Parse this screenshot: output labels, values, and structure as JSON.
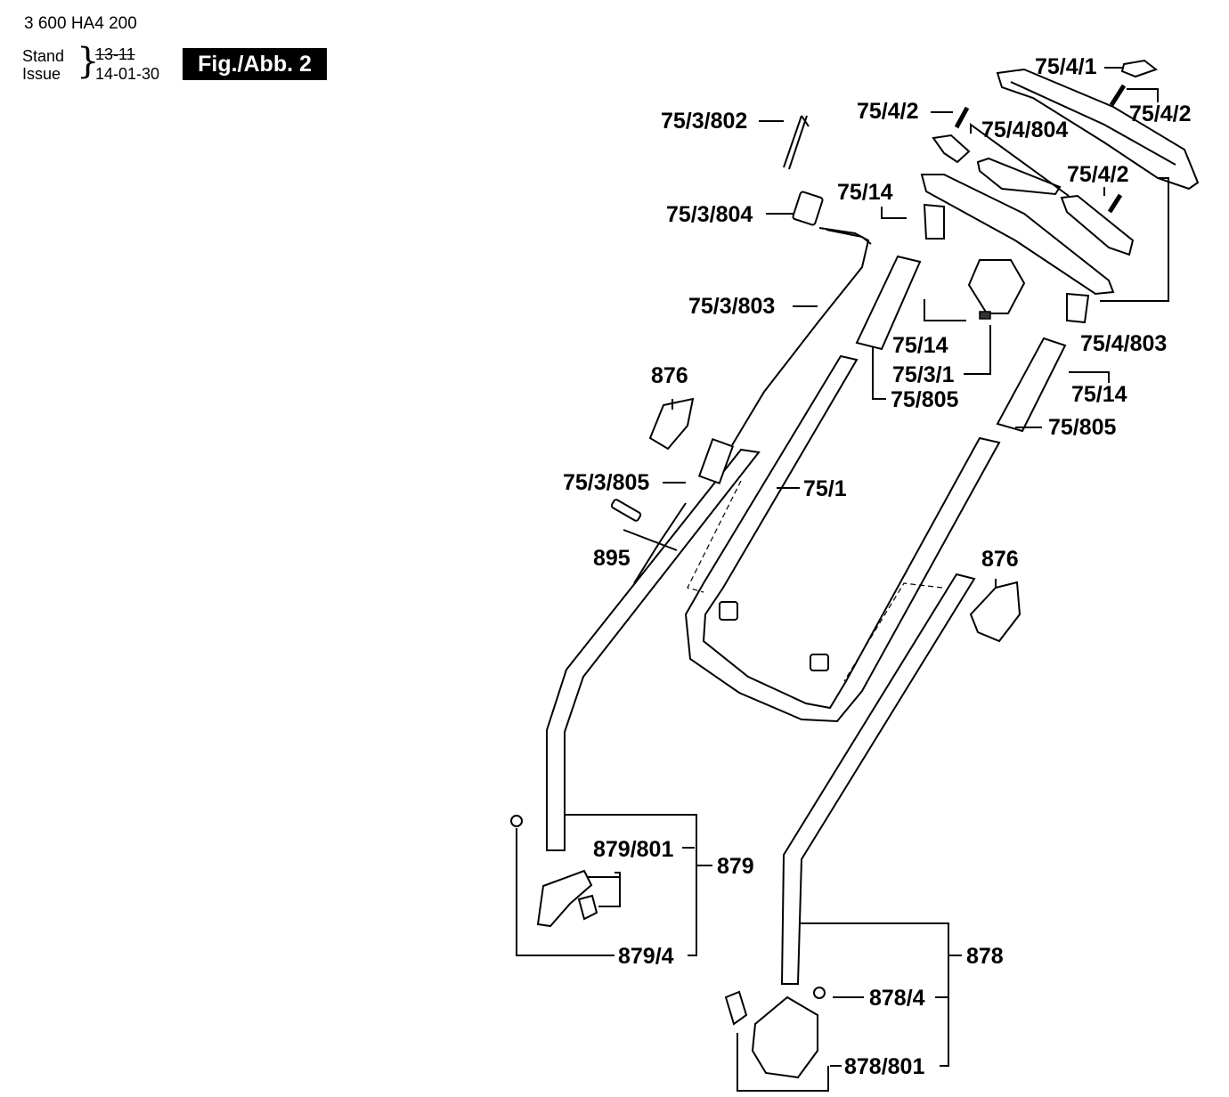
{
  "header": {
    "part_number": "3 600 HA4 200",
    "stand_label": "Stand",
    "issue_label": "Issue",
    "stand_value": "13-11",
    "issue_value": "14-01-30",
    "figure_label": "Fig./Abb. 2"
  },
  "parts": {
    "p75_4_1": "75/4/1",
    "p75_4_2_a": "75/4/2",
    "p75_4_2_b": "75/4/2",
    "p75_4_2_c": "75/4/2",
    "p75_4_804": "75/4/804",
    "p75_4_803": "75/4/803",
    "p75_3_802": "75/3/802",
    "p75_3_804": "75/3/804",
    "p75_3_803": "75/3/803",
    "p75_3_805": "75/3/805",
    "p75_3_1": "75/3/1",
    "p75_14_a": "75/14",
    "p75_14_b": "75/14",
    "p75_14_c": "75/14",
    "p75_805_a": "75/805",
    "p75_805_b": "75/805",
    "p75_1": "75/1",
    "p876_a": "876",
    "p876_b": "876",
    "p895": "895",
    "p879": "879",
    "p879_801": "879/801",
    "p879_4": "879/4",
    "p878": "878",
    "p878_4": "878/4",
    "p878_801": "878/801"
  }
}
